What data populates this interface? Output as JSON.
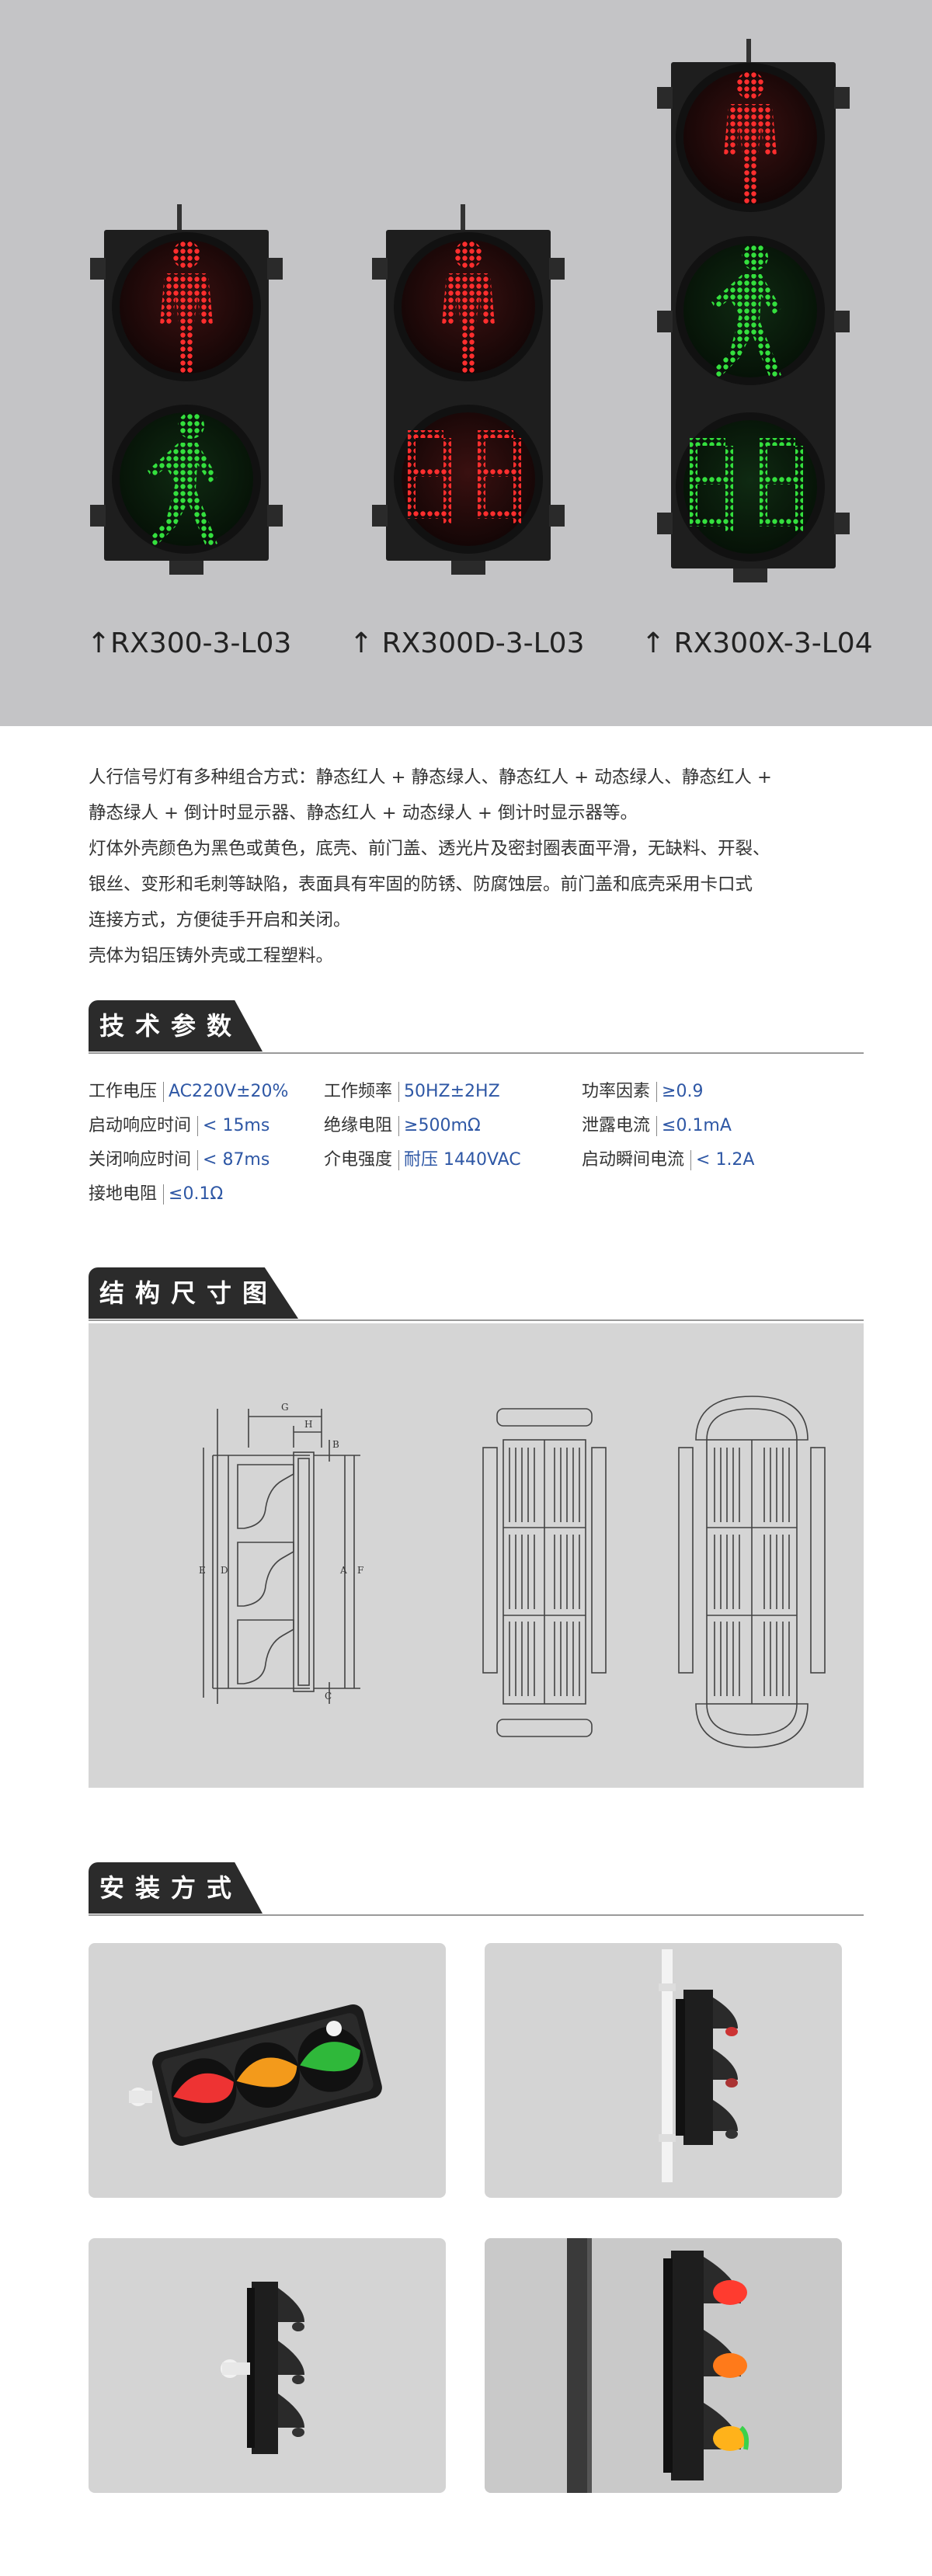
{
  "products": [
    {
      "caption": "↑RX300-3-L03"
    },
    {
      "caption": "↑ RX300D-3-L03"
    },
    {
      "caption": "↑ RX300X-3-L04"
    }
  ],
  "description": [
    "人行信号灯有多种组合方式：静态红人 + 静态绿人、静态红人 + 动态绿人、静态红人 +",
    "静态绿人 + 倒计时显示器、静态红人 + 动态绿人 + 倒计时显示器等。",
    "灯体外壳颜色为黑色或黄色，底壳、前门盖、透光片及密封圈表面平滑，无缺料、开裂、",
    "银丝、变形和毛刺等缺陷，表面具有牢固的防锈、防腐蚀层。前门盖和底壳采用卡口式",
    "连接方式，方便徒手开启和关闭。",
    "壳体为铝压铸外壳或工程塑料。"
  ],
  "sections": {
    "tech": "技术参数",
    "structure": "结构尺寸图",
    "install": "安装方式"
  },
  "specs": {
    "rows": [
      [
        {
          "label": "工作电压",
          "value": "AC220V±20%"
        },
        {
          "label": "工作频率",
          "value": "50HZ±2HZ"
        },
        {
          "label": "功率因素",
          "value": "≥0.9"
        }
      ],
      [
        {
          "label": "启动响应时间",
          "value": "< 15ms"
        },
        {
          "label": "绝缘电阻",
          "value": "≥500mΩ"
        },
        {
          "label": "泄露电流",
          "value": "≤0.1mA"
        }
      ],
      [
        {
          "label": "关闭响应时间",
          "value": "< 87ms"
        },
        {
          "label": "介电强度",
          "value": "耐压 1440VAC"
        },
        {
          "label": "启动瞬间电流",
          "value": "< 1.2A"
        }
      ],
      [
        {
          "label": "接地电阻",
          "value": "≤0.1Ω"
        }
      ]
    ]
  },
  "diagram_letters": [
    "G",
    "H",
    "B",
    "E",
    "D",
    "A",
    "F",
    "C"
  ],
  "colors": {
    "hero_bg": "#c4c4c6",
    "housing": "#1e1e1e",
    "red_on": "#ff2a2a",
    "green_on": "#2fd43a",
    "spec_value": "#2e57a5",
    "section_tab": "#2b2b2b"
  }
}
